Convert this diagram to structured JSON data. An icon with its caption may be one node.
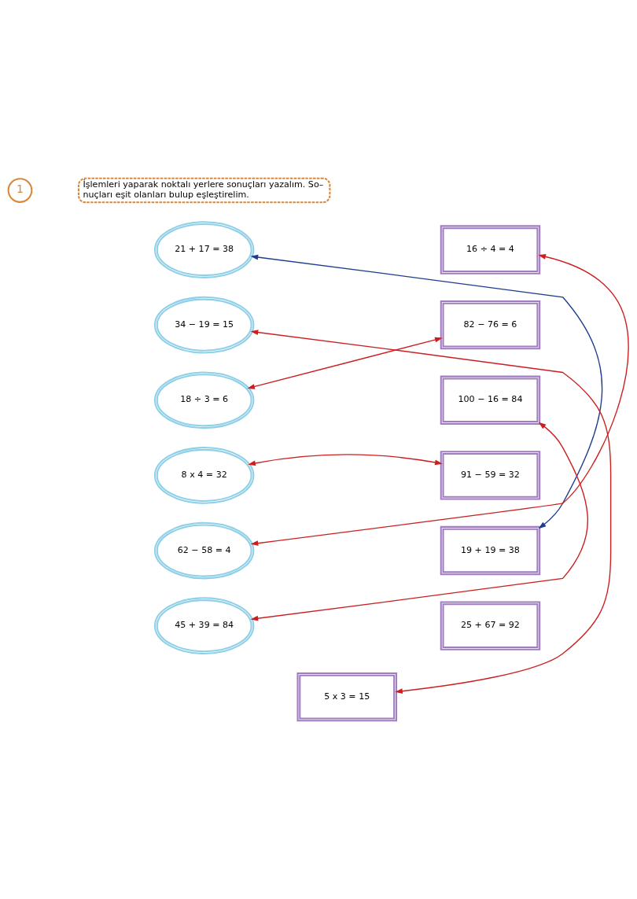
{
  "diagram": {
    "nodes": [
      {
        "text": [
          "1"
        ]
      },
      {
        "text": [
          "İşlemleri yaparak noktalı yerlere sonuçları yazalım. So– nuçları eşit olanları bulup eşleştirelim."
        ]
      },
      {
        "text": [
          "21 + 17 = 38"
        ]
      },
      {
        "text": [
          "34 − 19 = 15"
        ]
      },
      {
        "text": [
          "18 ÷ 3 = 6"
        ]
      },
      {
        "text": [
          "8 x 4 = 32"
        ]
      },
      {
        "text": [
          "62 − 58 = 4"
        ]
      },
      {
        "text": [
          "45 + 39 = 84"
        ]
      },
      {
        "text": [
          "16 ÷ 4 = 4"
        ]
      },
      {
        "text": [
          "82 − 76 = 6"
        ]
      },
      {
        "text": [
          "100 − 16 = 84"
        ]
      },
      {
        "text": [
          "91 − 59 = 32"
        ]
      },
      {
        "text": [
          "19 + 19 = 38"
        ]
      },
      {
        "text": [
          "25 + 67 = 92"
        ]
      },
      {
        "text": [
          "5 x 3 = 15"
        ]
      }
    ],
    "edges": [
      {
        "from": 2,
        "to": 12,
        "arrow": "both",
        "color": "#1f3d8f"
      },
      {
        "from": 3,
        "to": 14,
        "arrow": "both"
      },
      {
        "from": 4,
        "to": 9,
        "arrow": "both"
      },
      {
        "from": 5,
        "to": 11,
        "arrow": "both"
      },
      {
        "from": 6,
        "to": 8,
        "arrow": "both"
      },
      {
        "from": 7,
        "to": 10,
        "arrow": "both"
      }
    ]
  }
}
